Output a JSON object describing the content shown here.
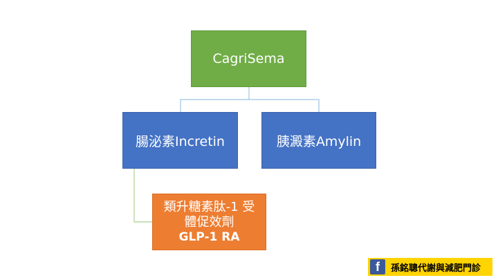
{
  "diagram": {
    "root": {
      "label": "CagriSema"
    },
    "children": [
      {
        "label": "腸泌素Incretin"
      },
      {
        "label": "胰澱素Amylin"
      }
    ],
    "grandchild": {
      "line1": "類升糖素肽-1 受",
      "line2": "體促效劑",
      "line3": "GLP-1 RA"
    }
  },
  "footer": {
    "icon": "facebook-icon",
    "icon_glyph": "f",
    "text": "孫銘聰代謝與減肥門診"
  },
  "colors": {
    "root": "#70ad47",
    "children": "#4472c4",
    "grandchild": "#ed7d31",
    "connector": "#9dc3e6",
    "connector_green": "#a9d18e",
    "footer_bg": "#ffd400",
    "facebook": "#3b5998"
  }
}
